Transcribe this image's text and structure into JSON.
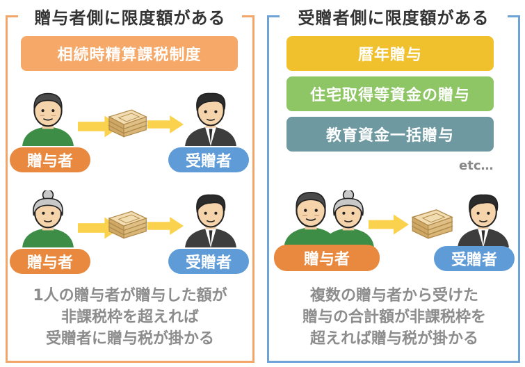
{
  "left_panel": {
    "title": "贈与者側に限度額がある",
    "system": "相続時精算課税制度",
    "rows": [
      {
        "giver": "贈与者",
        "receiver": "受贈者"
      },
      {
        "giver": "贈与者",
        "receiver": "受贈者"
      }
    ],
    "caption": [
      "1人の贈与者が贈与した額が",
      "非課税枠を超えれば",
      "受贈者に贈与税が掛かる"
    ]
  },
  "right_panel": {
    "title": "受贈者側に限度額がある",
    "items": [
      {
        "label": "暦年贈与",
        "color": "#f0c12c"
      },
      {
        "label": "住宅取得等資金の贈与",
        "color": "#8ec565"
      },
      {
        "label": "教育資金一括贈与",
        "color": "#6f99a1"
      }
    ],
    "etc": "etc…",
    "giver": "贈与者",
    "receiver": "受贈者",
    "caption": [
      "複数の贈与者から受けた",
      "贈与の合計額が非課税枠を",
      "超えれば贈与税が掛かる"
    ]
  },
  "colors": {
    "left_border": "#f3a66a",
    "right_border": "#6da3d5",
    "system_pill": "#f5a868",
    "giver_label": "#e8893f",
    "receiver_label": "#5f9bd6",
    "arrow": "#fbd24e",
    "money": "#e4c690"
  }
}
